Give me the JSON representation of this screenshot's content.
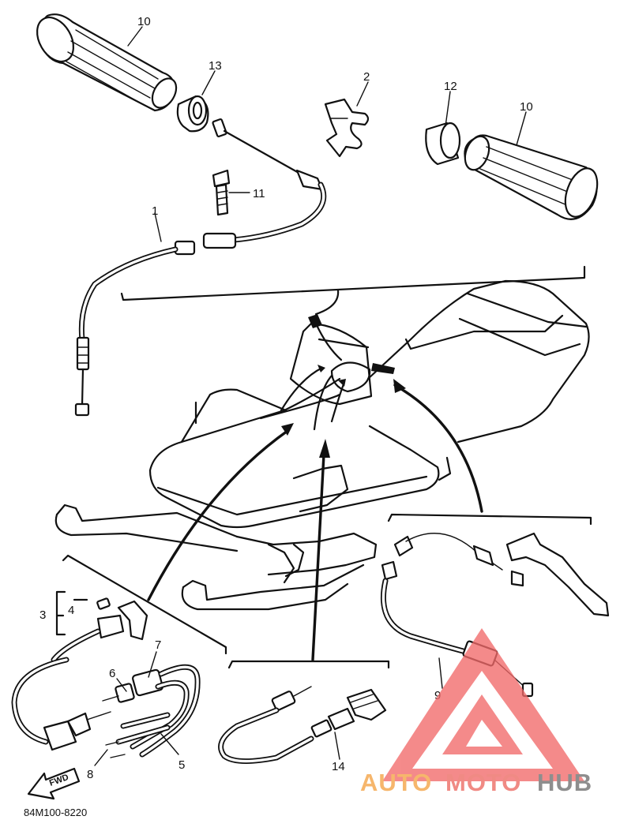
{
  "diagram": {
    "part_code": "84M100-8220",
    "fwd_label": "FWD",
    "callouts": [
      {
        "id": "c1",
        "label": "1"
      },
      {
        "id": "c2",
        "label": "2"
      },
      {
        "id": "c3",
        "label": "3"
      },
      {
        "id": "c4",
        "label": "4"
      },
      {
        "id": "c5",
        "label": "5"
      },
      {
        "id": "c6",
        "label": "6"
      },
      {
        "id": "c7",
        "label": "7"
      },
      {
        "id": "c8",
        "label": "8"
      },
      {
        "id": "c9",
        "label": "9"
      },
      {
        "id": "c10a",
        "label": "10"
      },
      {
        "id": "c10b",
        "label": "10"
      },
      {
        "id": "c11",
        "label": "11"
      },
      {
        "id": "c12",
        "label": "12"
      },
      {
        "id": "c13",
        "label": "13"
      },
      {
        "id": "c14",
        "label": "14"
      }
    ]
  },
  "watermark": {
    "part1": "AUTO",
    "part2": "MOTO",
    "part3": "HUB",
    "colors": {
      "part1": "#f6b66c",
      "part2": "#f08a84",
      "part3": "#8e8e8e",
      "logo": "#f26a6a"
    }
  }
}
